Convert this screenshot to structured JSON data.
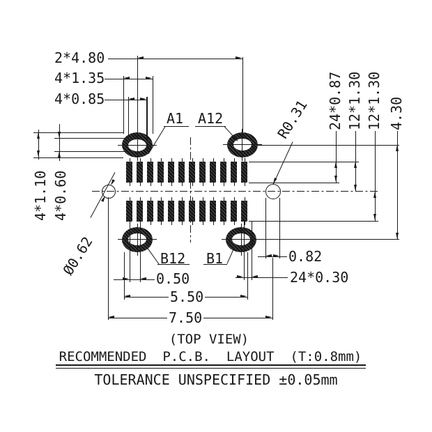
{
  "drawing": {
    "view_label": "(TOP VIEW)",
    "title": "RECOMMENDED  P.C.B.  LAYOUT  (T:0.8mm)",
    "tolerance_note": "TOLERANCE UNSPECIFIED ±0.05mm",
    "dims": {
      "pad_span_h": "2*4.80",
      "pad_width": "4*1.35",
      "hole_width": "4*0.85",
      "pad_height": "4*1.10",
      "hole_height": "4*0.60",
      "pin_length": "24*0.87",
      "row_offset_top": "12*1.30",
      "row_offset_bottom": "12*1.30",
      "pad_span_v": "4.30",
      "corner_radius": "R0.31",
      "locating_hole_dia": "Ø0.62",
      "edge_offset": "0.82",
      "pin_width": "24*0.30",
      "pin_pitch": "0.50",
      "pin_row_span": "5.50",
      "locating_hole_span": "7.50"
    },
    "pads": {
      "a1": "A1",
      "a12": "A12",
      "b12": "B12",
      "b1": "B1"
    },
    "connector": {
      "pins_per_row": 12,
      "pin_rows": 2
    }
  },
  "colors": {
    "line": "#1a1a1a",
    "background": "#ffffff"
  }
}
